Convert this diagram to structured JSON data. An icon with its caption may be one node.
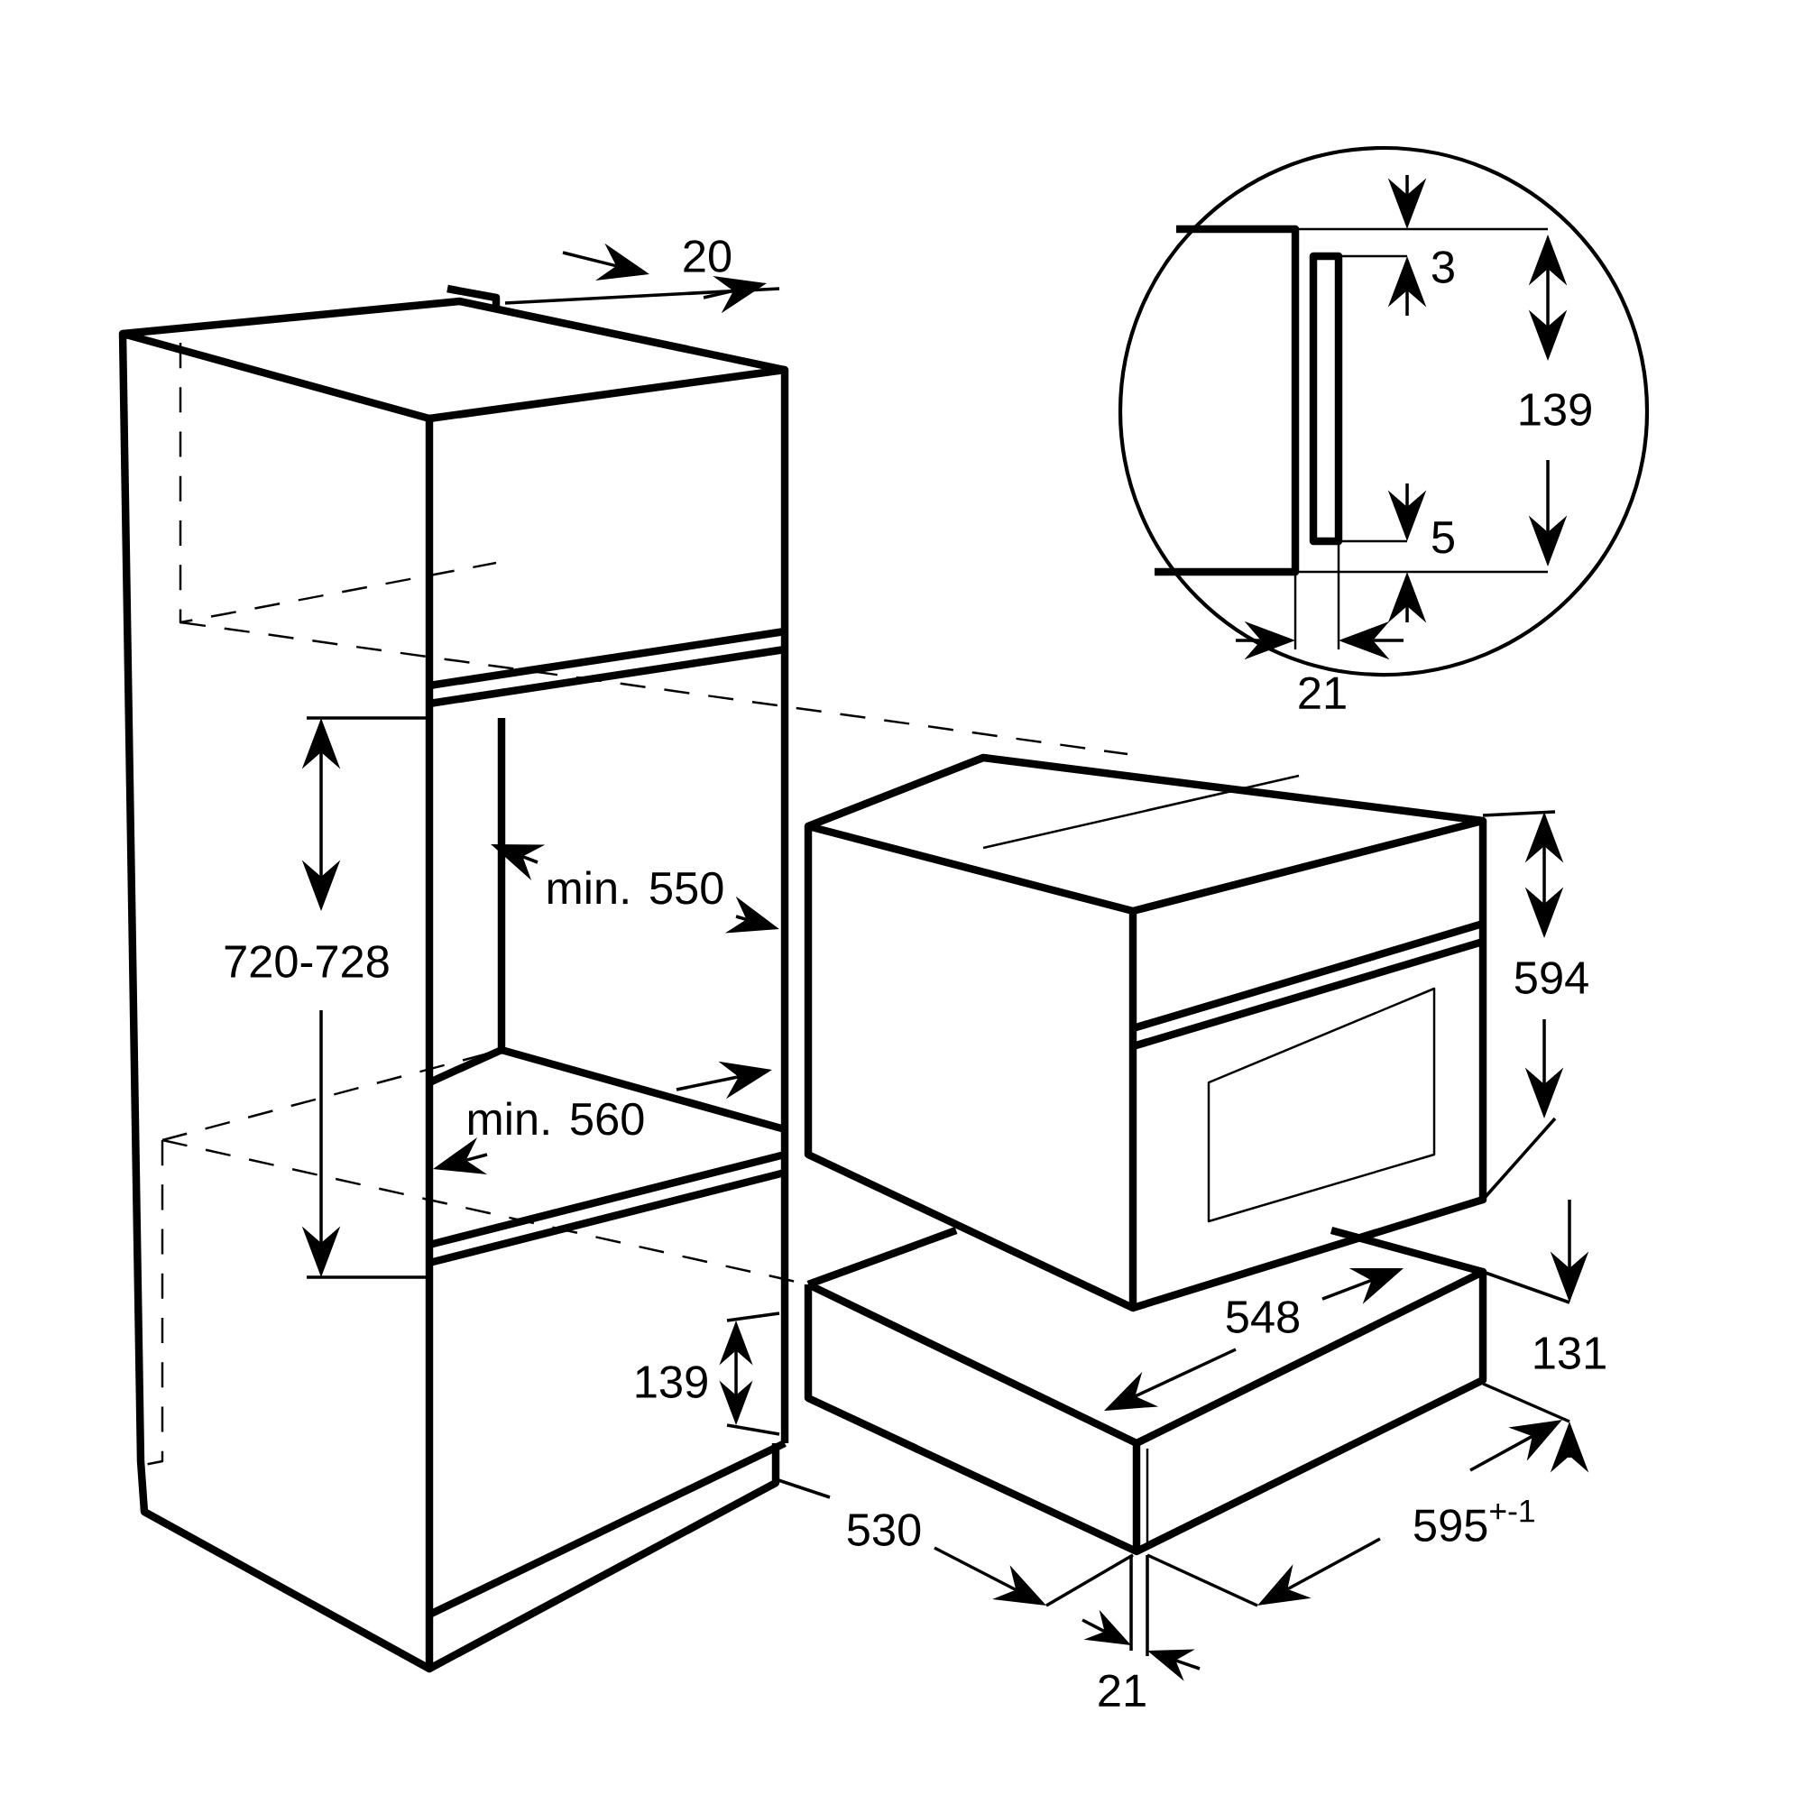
{
  "diagram": {
    "labels": [
      "20",
      "3",
      "139",
      "5",
      "21",
      "min. 550",
      "720-728",
      "594",
      "min. 560",
      "548",
      "131",
      "139",
      "530",
      "595$^{+-1}$",
      "21"
    ]
  }
}
